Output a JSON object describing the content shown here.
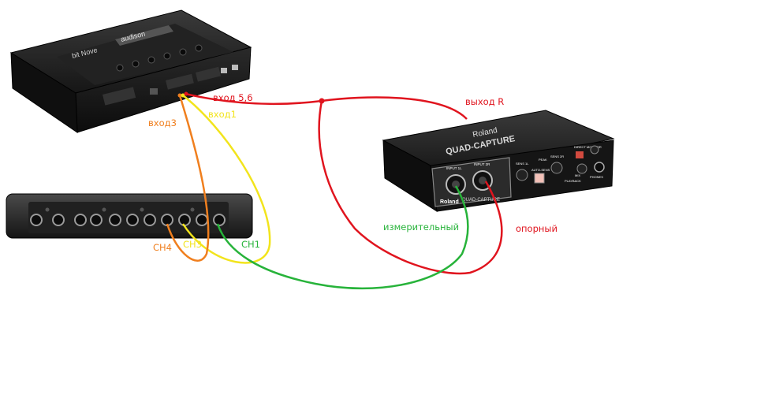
{
  "colors": {
    "red": "#e0141e",
    "orange": "#f07f1e",
    "yellow": "#f2e41c",
    "green": "#27b33a"
  },
  "devices": {
    "dsp": {
      "brand": "audison",
      "model": "bit Nove"
    },
    "interface": {
      "brand": "Roland",
      "model": "QUAD-CAPTURE",
      "input_1": "INPUT 1L",
      "input_2": "INPUT 2R",
      "sens_1": "SENS 1L",
      "sens_2": "SENS 2R",
      "peak": "PEAK",
      "auto_sens": "AUTO-SENS",
      "direct_monitor": "DIRECT MONITOR",
      "mix": "MIX",
      "playback": "PLAYBACK",
      "phones": "PHONES"
    }
  },
  "labels": {
    "in56": "вход 5,6",
    "in1": "вход1",
    "in3": "вход3",
    "out_r": "выход R",
    "measure": "измерительный",
    "reference": "опорный",
    "ch4": "CH4",
    "ch3": "CH3",
    "ch1": "CH1"
  }
}
